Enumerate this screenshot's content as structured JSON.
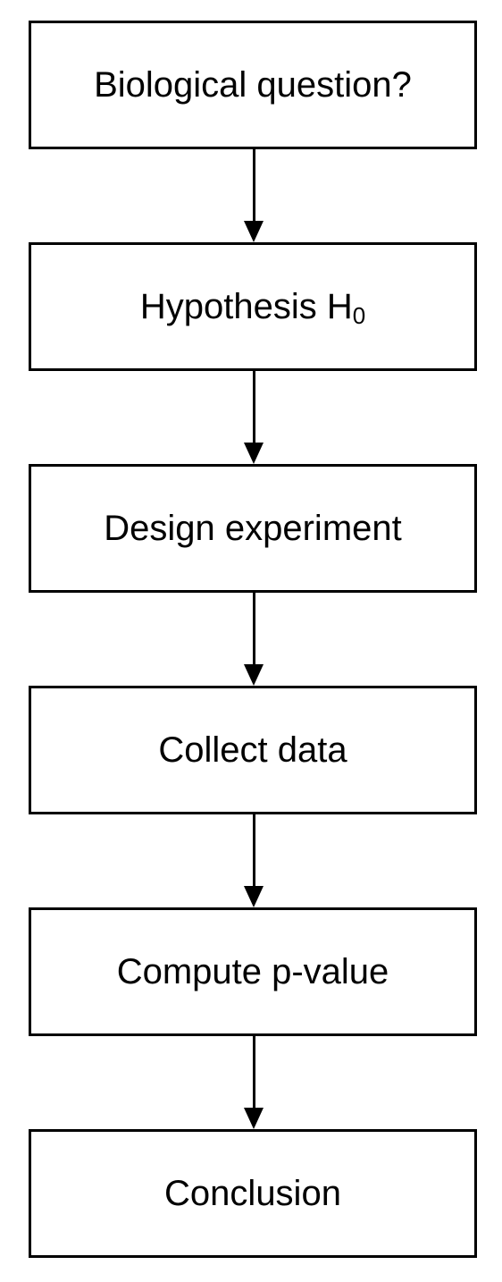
{
  "flowchart": {
    "steps": [
      {
        "label": "Biological question?"
      },
      {
        "label": "Hypothesis H",
        "subscript": "0"
      },
      {
        "label": "Design experiment"
      },
      {
        "label": "Collect data"
      },
      {
        "label": "Compute p-value"
      },
      {
        "label": "Conclusion"
      }
    ]
  }
}
